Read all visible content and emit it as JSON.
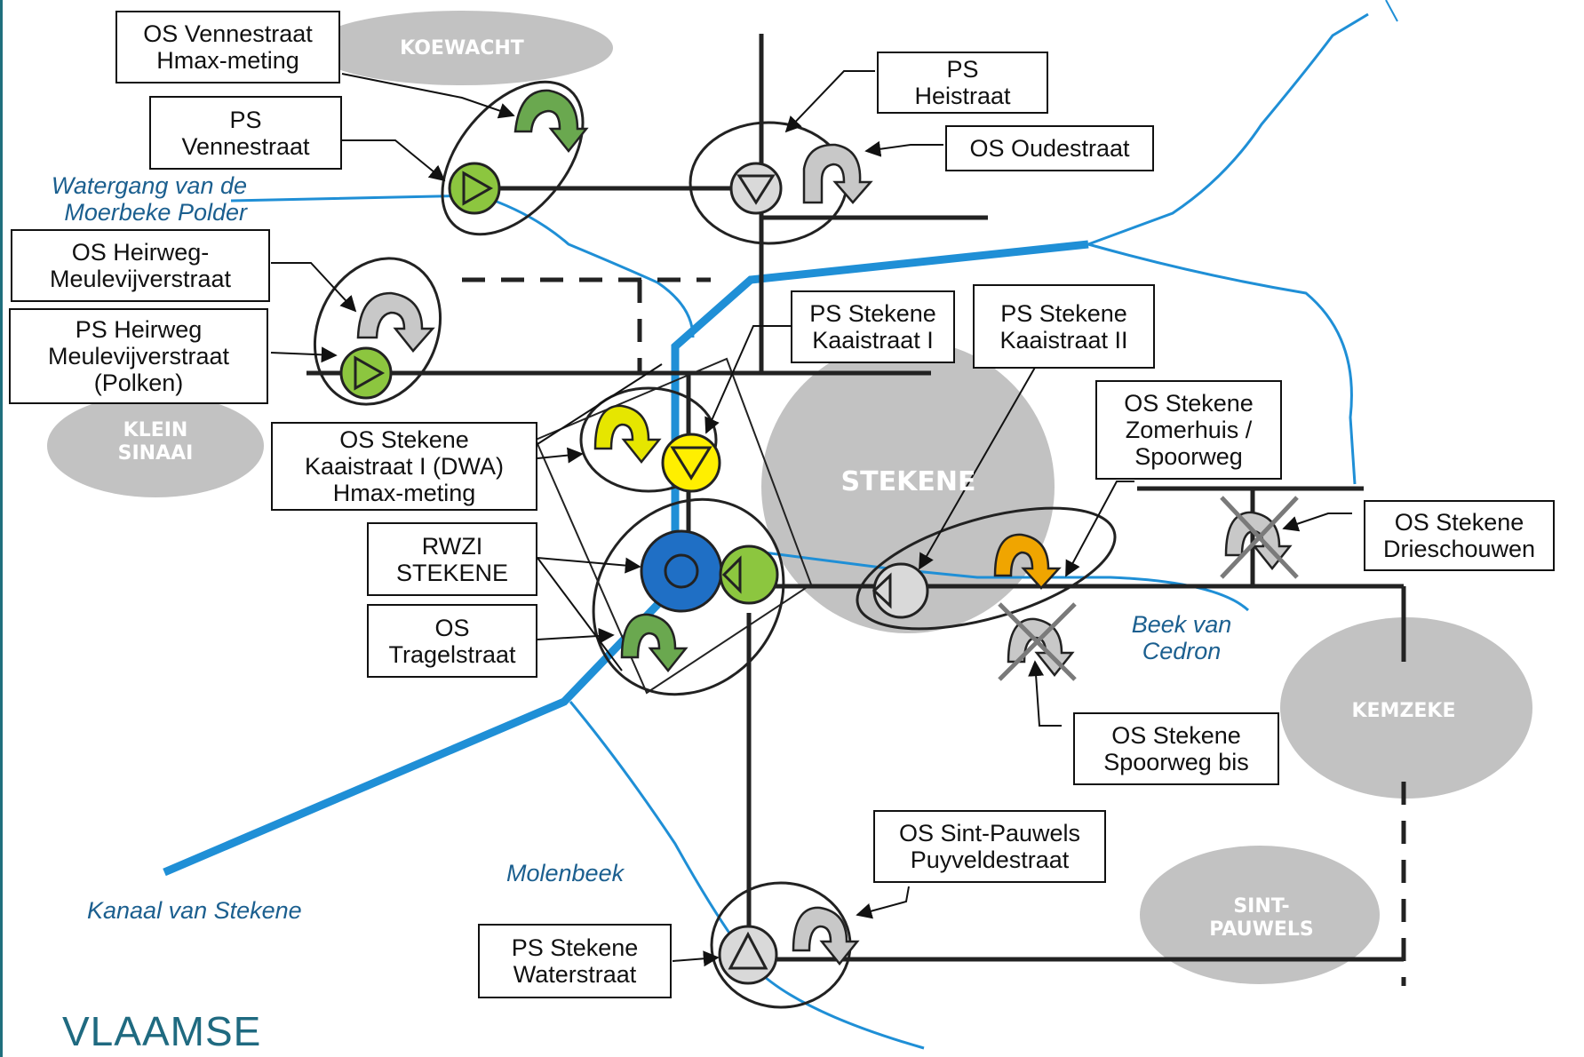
{
  "areas": {
    "koewacht": "KOEWACHT",
    "klein_sinaai": [
      "KLEIN",
      "SINAAI"
    ],
    "stekene": "STEKENE",
    "kemzeke": "KEMZEKE",
    "sint_pauwels": [
      "SINT-",
      "PAUWELS"
    ]
  },
  "waterways": {
    "moerbeke": [
      "Watergang van de",
      "Moerbeke Polder"
    ],
    "cedron": [
      "Beek van",
      "Cedron"
    ],
    "molenbeek": "Molenbeek",
    "kanaal": "Kanaal van Stekene"
  },
  "labels": {
    "os_vennestraat": [
      "OS Vennestraat",
      "Hmax-meting"
    ],
    "ps_vennestraat": [
      "PS",
      "Vennestraat"
    ],
    "ps_heistraat": [
      "PS",
      "Heistraat"
    ],
    "os_oudestraat": "OS Oudestraat",
    "os_heirweg": [
      "OS Heirweg-",
      "Meulevijverstraat"
    ],
    "ps_heirweg": [
      "PS Heirweg",
      "Meulevijverstraat",
      "(Polken)"
    ],
    "ps_kaaistraat_1": [
      "PS Stekene",
      "Kaaistraat I"
    ],
    "ps_kaaistraat_2": [
      "PS Stekene",
      "Kaaistraat II"
    ],
    "os_zomerhuis": [
      "OS Stekene",
      "Zomerhuis /",
      "Spoorweg"
    ],
    "os_kaaistraat_dwa": [
      "OS Stekene",
      "Kaaistraat I (DWA)",
      "Hmax-meting"
    ],
    "rwzi": [
      "RWZI",
      "STEKENE"
    ],
    "os_tragelstraat": [
      "OS",
      "Tragelstraat"
    ],
    "os_drieschouwen": [
      "OS Stekene",
      "Drieschouwen"
    ],
    "os_spoorweg_bis": [
      "OS Stekene",
      "Spoorweg bis"
    ],
    "os_sint_pauwels": [
      "OS Sint-Pauwels",
      "Puyveldestraat"
    ],
    "ps_waterstraat": [
      "PS Stekene",
      "Waterstraat"
    ]
  },
  "brand": "VLAAMSE",
  "colors": {
    "water": "#1f8fd6",
    "sewer": "#222222",
    "area": "#bdbdbd",
    "pump_green": "#8cc63f",
    "overflow_green": "#6aa84f",
    "pump_yellow": "#ffef00",
    "overflow_yellow": "#e6e600",
    "overflow_orange": "#f0a500",
    "plant_blue": "#1f6fc5",
    "inactive_grey": "#c8c8c8"
  }
}
